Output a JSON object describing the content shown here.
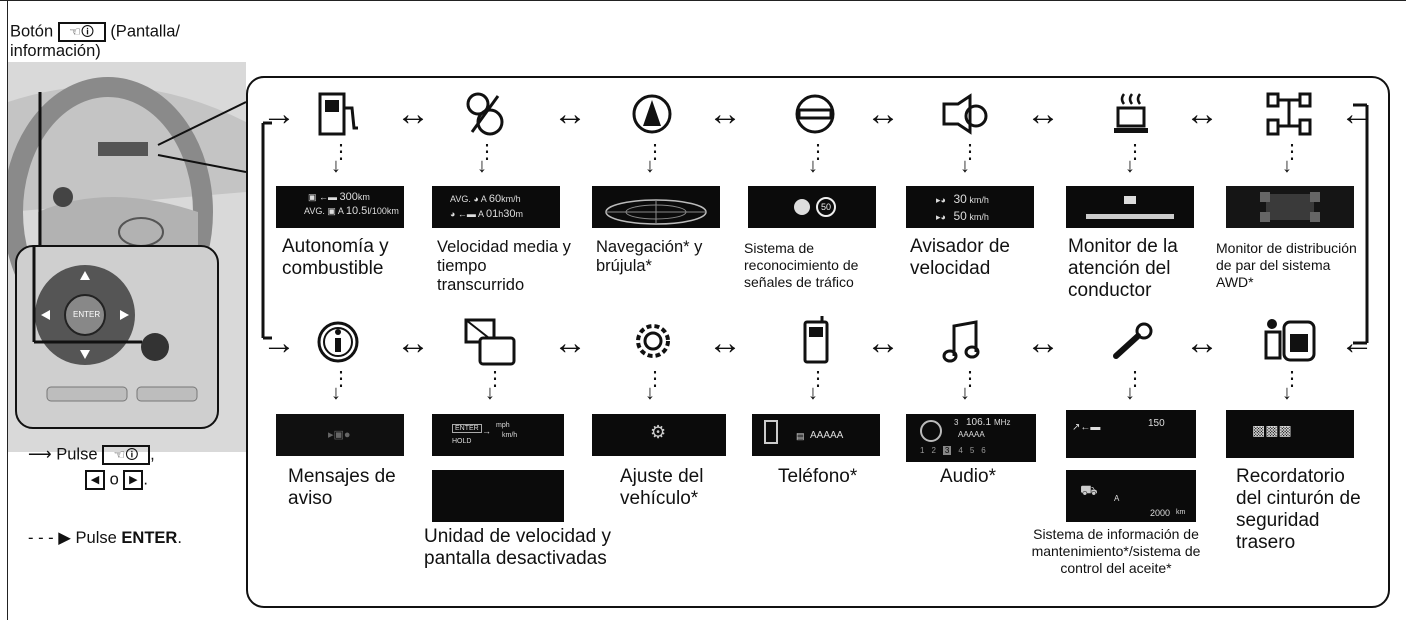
{
  "caption": {
    "prefix": "Botón",
    "suffix": "(Pantalla/",
    "line2": "información)"
  },
  "keypad": {
    "enter": "ENTER"
  },
  "legend": {
    "press_label": "Pulse",
    "comma": ",",
    "or": "o",
    "period": ".",
    "enter_press": "Pulse",
    "enter_word": "ENTER",
    "enter_period": "."
  },
  "top_row": [
    {
      "name": "range-fuel",
      "label": "Autonomía y combustible",
      "screen": {
        "l1a": "300",
        "l1b": "km",
        "l2a": "AVG.",
        "l2b": "A",
        "l2c": "10.5",
        "l2d": "l/100km"
      }
    },
    {
      "name": "avg-speed",
      "label": "Velocidad media y tiempo transcurrido",
      "screen": {
        "l1a": "AVG.",
        "l1b": "A",
        "l1c": "60",
        "l1d": "km/h",
        "l2a": "A",
        "l2b": "01",
        "l2c": "h",
        "l2d": "30",
        "l2e": "m"
      }
    },
    {
      "name": "navigation",
      "label": "Navegación* y brújula*"
    },
    {
      "name": "traffic-sign",
      "label": "Sistema de reconocimiento de señales de tráfico",
      "screen": {
        "sign": "50"
      }
    },
    {
      "name": "speed-warn",
      "label": "Avisador de velocidad",
      "screen": {
        "v1": "30",
        "v2": "50",
        "unit": "km/h"
      }
    },
    {
      "name": "driver-attention",
      "label": "Monitor de la atención del conductor"
    },
    {
      "name": "awd-torque",
      "label": "Monitor de distribución de par del sistema AWD*"
    }
  ],
  "bottom_row": [
    {
      "name": "warning-messages",
      "label": "Mensajes de aviso"
    },
    {
      "name": "speed-unit",
      "label": "Unidad de velocidad y pantalla desactivadas",
      "screen": {
        "hold": "HOLD",
        "mph": "mph",
        "kmh": "km/h",
        "enter": "ENTER"
      }
    },
    {
      "name": "vehicle-settings",
      "label": "Ajuste del vehículo*"
    },
    {
      "name": "phone",
      "label": "Teléfono*",
      "screen": {
        "name": "AAAAA"
      }
    },
    {
      "name": "audio",
      "label": "Audio*",
      "screen": {
        "preset": "3",
        "freq": "106.1",
        "unit": "MHz",
        "station": "AAAAA",
        "presets": [
          "1",
          "2",
          "3",
          "4",
          "5",
          "6"
        ]
      }
    },
    {
      "name": "maintenance",
      "label": "Sistema de información de mantenimiento*/sistema de control del aceite*",
      "screen": {
        "km1": "150",
        "km2": "2000",
        "km_unit": "km",
        "a": "A"
      }
    },
    {
      "name": "rear-seatbelt",
      "label": "Recordatorio del cinturón de seguridad trasero"
    }
  ]
}
